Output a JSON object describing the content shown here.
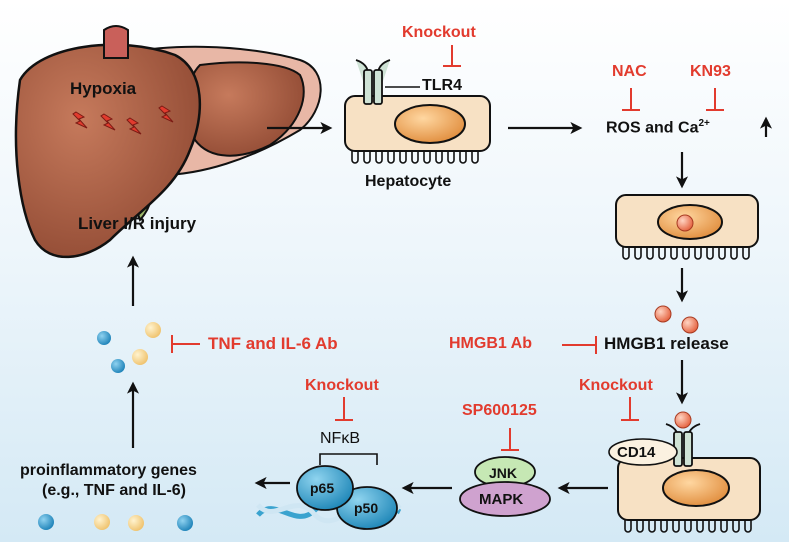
{
  "labels": {
    "hypoxia": "Hypoxia",
    "liver_injury": "Liver I/R injury",
    "knockout_top": "Knockout",
    "tlr4": "TLR4",
    "hepatocyte": "Hepatocyte",
    "nac": "NAC",
    "kn93": "KN93",
    "ros_ca": "ROS and Ca",
    "ca_superscript": "2+",
    "hmgb1_ab": "HMGB1 Ab",
    "hmgb1_release": "HMGB1 release",
    "knockout_cd14": "Knockout",
    "cd14": "CD14",
    "sp600125": "SP600125",
    "jnk": "JNK",
    "mapk": "MAPK",
    "knockout_nfkb": "Knockout",
    "nfkb": "NFκB",
    "p65": "p65",
    "p50": "p50",
    "tnf_il6_ab": "TNF and IL-6 Ab",
    "proinflammatory_line1": "proinflammatory genes",
    "proinflammatory_line2": "(e.g., TNF and IL-6)"
  },
  "colors": {
    "inhibitor": "#e23b2e",
    "arrow": "#111111",
    "liver": "#a35a3f",
    "cell_body": "#f7e1c4",
    "nucleus": "#eb9b52",
    "receptor": "#cfe3d6",
    "hmgb1": "#e96d4f",
    "jnk": "#c6e8b4",
    "mapk": "#cfa2cf",
    "p65": "#3aa3cf",
    "cytokine_blue": "#2f95c6",
    "cytokine_yellow": "#f4d48a"
  }
}
